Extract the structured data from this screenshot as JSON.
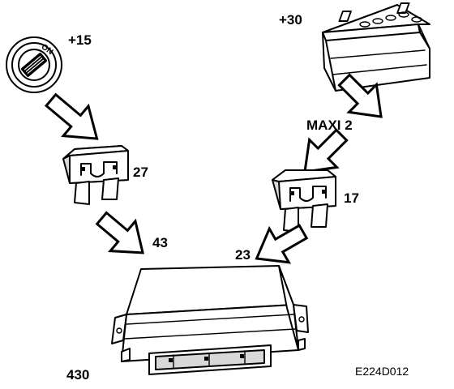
{
  "labels": {
    "ignition": "+15",
    "ignition_on": "ON",
    "battery": "+30",
    "maxi_fuse": "MAXI 2",
    "fuse_left": "27",
    "fuse_right": "17",
    "wire_left": "43",
    "wire_right": "23",
    "control_unit": "430",
    "figure_code": "E224D012"
  },
  "colors": {
    "line": "#000000",
    "background": "#ffffff",
    "shade": "#d8d8d8"
  }
}
